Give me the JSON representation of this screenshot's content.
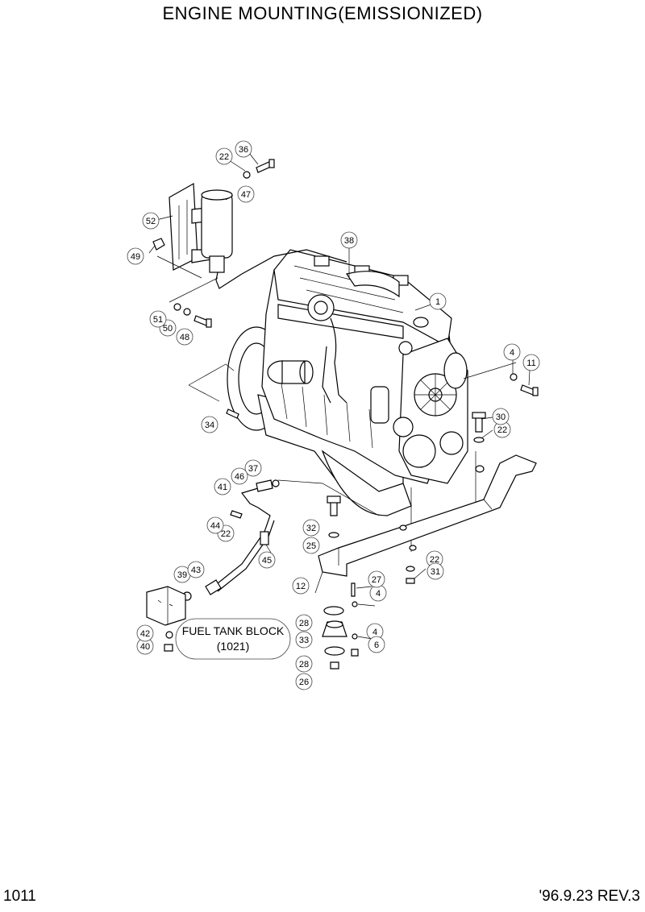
{
  "header": {
    "title": "ENGINE MOUNTING(EMISSIONIZED)"
  },
  "footer": {
    "page_number": "1011",
    "revision": "'96.9.23 REV.3"
  },
  "reference_box": {
    "line1": "FUEL TANK BLOCK",
    "line2": "(1021)"
  },
  "callouts": [
    "1",
    "4",
    "4",
    "4",
    "6",
    "11",
    "12",
    "22",
    "22",
    "22",
    "22",
    "25",
    "26",
    "27",
    "28",
    "28",
    "30",
    "31",
    "32",
    "33",
    "34",
    "36",
    "37",
    "38",
    "39",
    "40",
    "41",
    "42",
    "43",
    "44",
    "45",
    "46",
    "47",
    "48",
    "49",
    "50",
    "51",
    "52"
  ],
  "icons": {
    "engine": "engine-assembly-icon",
    "filter": "fuel-filter-icon",
    "mount": "rubber-mount-icon",
    "bracket": "bracket-icon",
    "support": "support-beam-icon",
    "hose": "fuel-hose-icon",
    "block": "fuel-tank-block-icon"
  }
}
